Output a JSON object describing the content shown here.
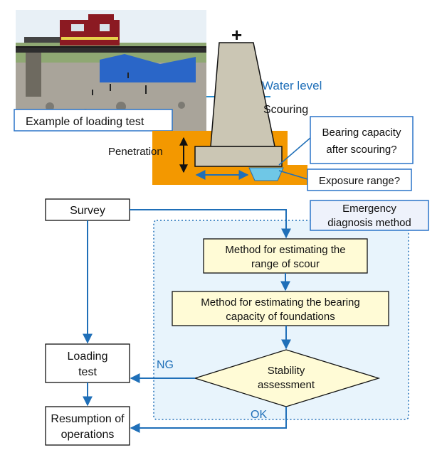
{
  "photo_caption": "Example of loading test",
  "pier": {
    "plus_sign": "+",
    "water_level": "Water level",
    "scouring": "Scouring",
    "penetration": "Penetration",
    "bearing_callout": [
      "Bearing capacity",
      "after scouring?"
    ],
    "exposure_callout": "Exposure range?"
  },
  "flow": {
    "survey": "Survey",
    "emergency_label": [
      "Emergency",
      "diagnosis method"
    ],
    "scour_method": [
      "Method for estimating the",
      "range of scour"
    ],
    "bearing_method": [
      "Method for estimating the bearing",
      "capacity of foundations"
    ],
    "stability": [
      "Stability",
      "assessment"
    ],
    "loading_test": [
      "Loading",
      "test"
    ],
    "resumption": [
      "Resumption of",
      "operations"
    ],
    "ng": "NG",
    "ok": "OK"
  },
  "colors": {
    "arrow_blue": "#1f6fb8",
    "callout_border": "#2a74c8",
    "method_fill": "#fffbd6",
    "emergency_fill": "#e8f4fc",
    "soil_orange": "#f39800",
    "concrete": "#cbc6b4",
    "water_cyan": "#6fc7e6"
  }
}
